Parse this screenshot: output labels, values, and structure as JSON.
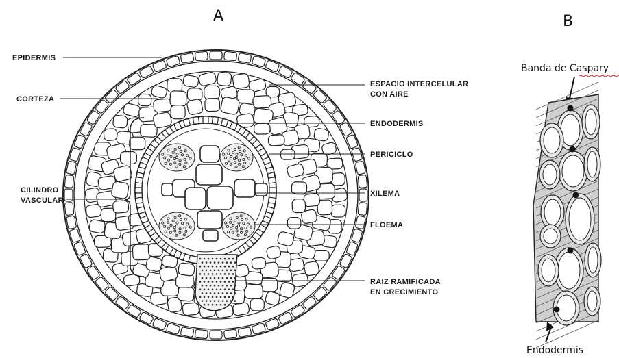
{
  "panels": {
    "a_label": "A",
    "b_label": "B"
  },
  "labels_left": {
    "epidermis": "EPIDERMIS",
    "corteza": "CORTEZA",
    "cilindro_1": "CILINDRO",
    "cilindro_2": "VASCULAR"
  },
  "labels_right": {
    "espacio_1": "ESPACIO  INTERCELULAR",
    "espacio_2": "CON  AIRE",
    "endodermis": "ENDODERMIS",
    "periciclo": "PERICICLO",
    "xilema": "XILEMA",
    "floema": "FLOEMA",
    "raiz_1": "RAIZ  RAMIFICADA",
    "raiz_2": "EN  CRECIMIENTO"
  },
  "panel_b": {
    "caspary": "Banda de Caspary",
    "endodermis": "Endodermis"
  },
  "colors": {
    "ink": "#222222",
    "caspary_squiggle": "#d9312b"
  }
}
